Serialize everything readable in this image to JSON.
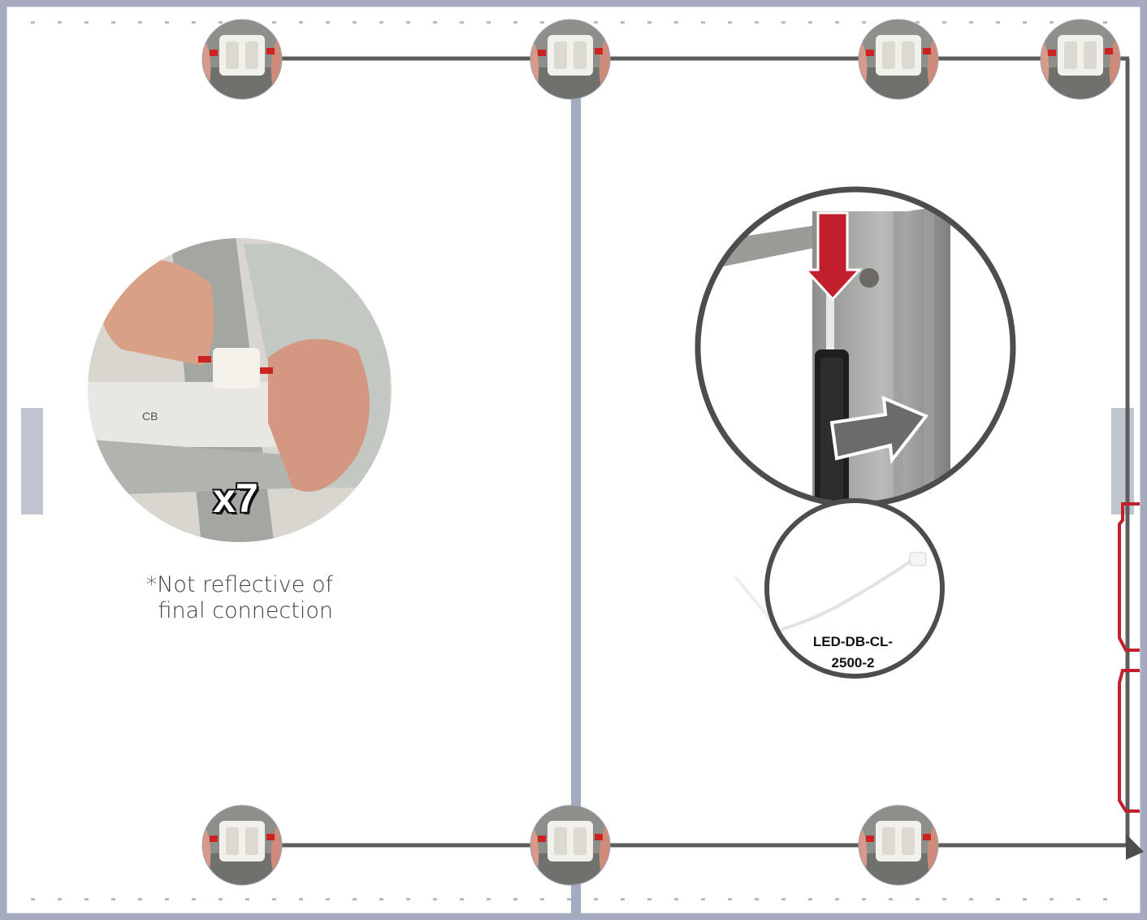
{
  "steps": {
    "connector_count": "x7",
    "note_lines": [
      "*Not reflective of",
      "final connection"
    ],
    "cable_part_lines": [
      "LED-DB-CL-",
      "2500-2"
    ]
  },
  "colors": {
    "frame": "#a4abc1",
    "frame_light": "#bfc4cf",
    "wire": "#5d5d5d",
    "arrow_red": "#c01f2b",
    "arrow_gray": "#6b6b6b",
    "circle_border": "#4d4d4d",
    "highlight_red": "#c01f2b"
  },
  "icons": {
    "connector_thumbnail": "connector-icon",
    "down_arrow": "down-arrow-icon",
    "right_arrow": "right-arrow-icon"
  }
}
